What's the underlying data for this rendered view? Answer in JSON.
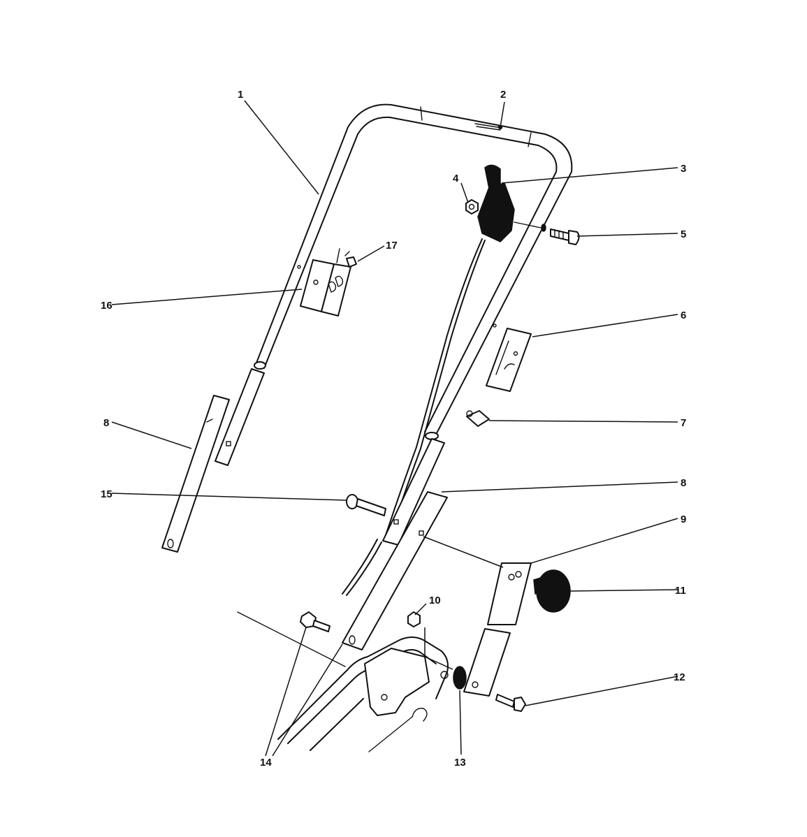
{
  "callouts": {
    "c1": "1",
    "c2": "2",
    "c3": "3",
    "c4": "4",
    "c5": "5",
    "c6": "6",
    "c7": "7",
    "c8a": "8",
    "c8b": "8",
    "c9": "9",
    "c10": "10",
    "c11": "11",
    "c12": "12",
    "c13": "13",
    "c14": "14",
    "c15": "15",
    "c16": "16",
    "c17": "17"
  },
  "colors": {
    "line": "#111111",
    "background": "#ffffff"
  }
}
